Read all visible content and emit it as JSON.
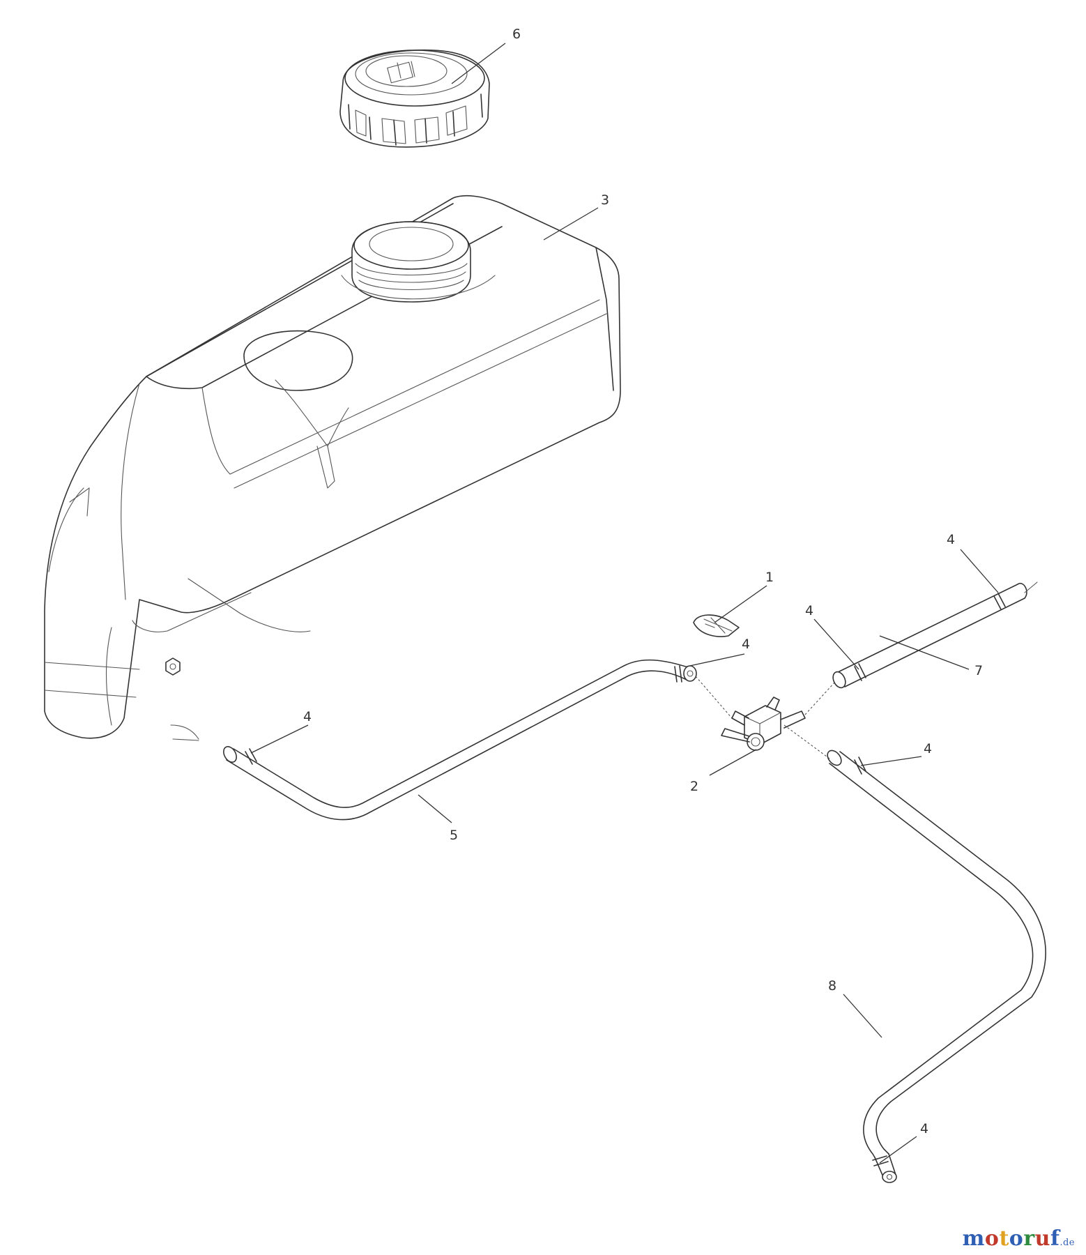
{
  "diagram": {
    "callouts": {
      "part_1": "1",
      "part_2": "2",
      "part_3": "3",
      "part_4": "4",
      "part_5": "5",
      "part_6": "6",
      "part_7": "7",
      "part_8": "8"
    }
  },
  "watermark": {
    "letters": [
      "m",
      "o",
      "t",
      "o",
      "r",
      "u",
      "f"
    ],
    "suffix": ".de",
    "colors": [
      "#2f5fb3",
      "#c0392b",
      "#e0a020",
      "#2f5fb3",
      "#2e8b3e",
      "#c0392b",
      "#2f5fb3"
    ]
  }
}
